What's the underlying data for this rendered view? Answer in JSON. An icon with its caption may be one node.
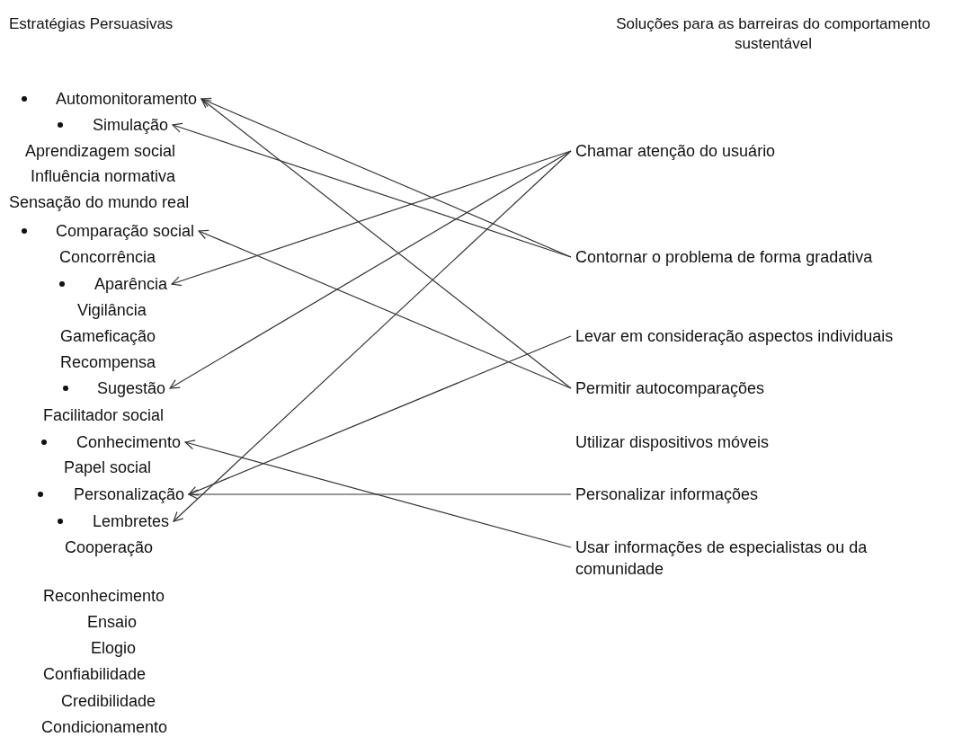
{
  "diagram": {
    "nodes": [
      {
        "text": [
          "Automonitoramento"
        ]
      },
      {
        "text": [
          "Simulação"
        ]
      },
      {
        "text": [
          "Aprendizagem social"
        ]
      },
      {
        "text": [
          "Influência normativa"
        ]
      },
      {
        "text": [
          "Sensação do mundo real"
        ]
      },
      {
        "text": [
          "Comparação social"
        ]
      },
      {
        "text": [
          "Concorrência"
        ]
      },
      {
        "text": [
          "Aparência"
        ]
      },
      {
        "text": [
          "Vigilância"
        ]
      },
      {
        "text": [
          "Gameficação"
        ]
      },
      {
        "text": [
          "Recompensa"
        ]
      },
      {
        "text": [
          "Sugestão"
        ]
      },
      {
        "text": [
          "Facilitador social"
        ]
      },
      {
        "text": [
          "Conhecimento"
        ]
      },
      {
        "text": [
          "Papel social"
        ]
      },
      {
        "text": [
          "Personalização"
        ]
      },
      {
        "text": [
          "Lembretes"
        ]
      },
      {
        "text": [
          "Cooperação"
        ]
      },
      {
        "text": [
          "Reconhecimento"
        ]
      },
      {
        "text": [
          "Ensaio"
        ]
      },
      {
        "text": [
          "Elogio"
        ]
      },
      {
        "text": [
          "Confiabilidade"
        ]
      },
      {
        "text": [
          "Credibilidade"
        ]
      },
      {
        "text": [
          "Condicionamento"
        ]
      },
      {
        "text": [
          "Chamar atenção do usuário"
        ]
      },
      {
        "text": [
          "Contornar o problema de forma gradativa"
        ]
      },
      {
        "text": [
          "Levar em consideração aspectos individuais"
        ]
      },
      {
        "text": [
          "Permitir autocomparações"
        ]
      },
      {
        "text": [
          "Utilizar dispositivos móveis"
        ]
      },
      {
        "text": [
          "Personalizar informações"
        ]
      },
      {
        "text": [
          "Usar informações de especialistas ou da comunidade"
        ]
      }
    ],
    "edges": [
      {
        "from": 24,
        "to": 7,
        "arrow": "to"
      },
      {
        "from": 24,
        "to": 11,
        "arrow": "to"
      },
      {
        "from": 24,
        "to": 16,
        "arrow": "to"
      },
      {
        "from": 25,
        "to": 0,
        "arrow": "to"
      },
      {
        "from": 25,
        "to": 1,
        "arrow": "to"
      },
      {
        "from": 27,
        "to": 5,
        "arrow": "to"
      },
      {
        "from": 27,
        "to": 0,
        "arrow": "to"
      },
      {
        "from": 26,
        "to": 15,
        "arrow": "to"
      },
      {
        "from": 29,
        "to": 15,
        "arrow": "to"
      },
      {
        "from": 30,
        "to": 13,
        "arrow": "to"
      }
    ],
    "labels": [
      "Estratégias Persuasivas",
      "Soluções para as barreiras do comportamento sustentável"
    ]
  }
}
